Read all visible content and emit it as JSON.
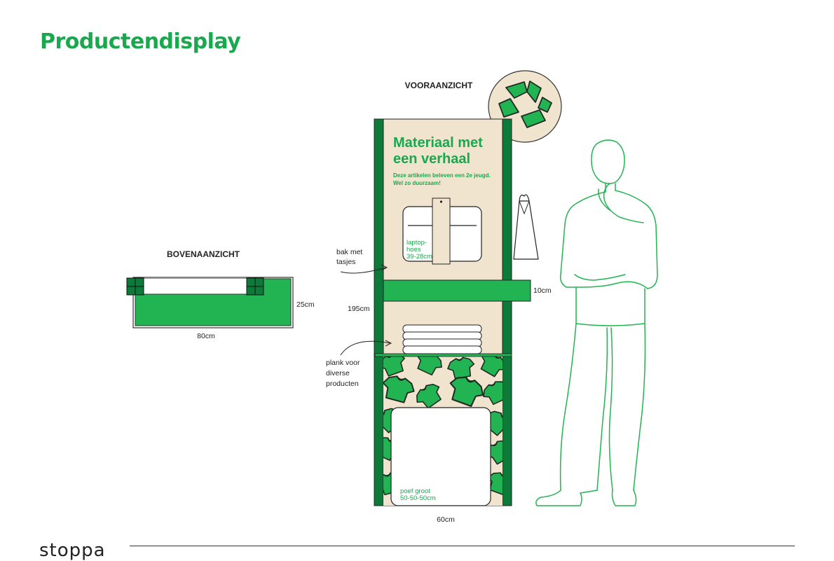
{
  "page": {
    "title": "Productendisplay",
    "logo": "stoppa"
  },
  "views": {
    "top_view": {
      "heading": "BOVENAANZICHT",
      "width_label": "80cm",
      "depth_label": "25cm"
    },
    "front_view": {
      "heading": "VOORAANZICHT",
      "panel_headline_line1": "Materiaal met",
      "panel_headline_line2": "een verhaal",
      "panel_sub_line1": "Deze artikelen beleven een 2e jeugd.",
      "panel_sub_line2": "Wel zo duurzaam!",
      "laptop_label_1": "laptop-",
      "laptop_label_2": "hoes",
      "laptop_label_3": "39-28cm",
      "pouf_label_1": "poef groot",
      "pouf_label_2": "50-50-50cm",
      "height_label": "195cm",
      "width_label": "60cm",
      "bin_depth_label": "10cm"
    },
    "annotations": {
      "bin_line1": "bak met",
      "bin_line2": "tasjes",
      "shelf_line1": "plank voor",
      "shelf_line2": "diverse",
      "shelf_line3": "producten"
    }
  },
  "colors": {
    "brand_green": "#1aa84f",
    "bright_green": "#22b452",
    "dark_green": "#0d7a3a",
    "wood": "#f1e4cf",
    "outline": "#222222"
  },
  "icons": [
    "recycle-icon",
    "person-silhouette-icon",
    "tote-bag-icon"
  ]
}
